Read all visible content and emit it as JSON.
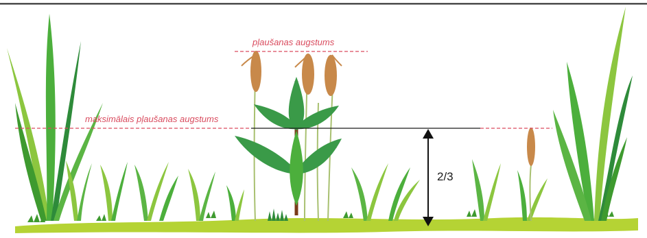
{
  "labels": {
    "mowing_height": "pļaušanas augstums",
    "max_mowing_height": "maksimālais pļaušanas augstums",
    "ratio": "2/3"
  },
  "colors": {
    "red_line": "#d94b5e",
    "grass_dark": "#2e8b3a",
    "grass_mid": "#4caf3c",
    "grass_light": "#8cc63f",
    "ground": "#b5d334",
    "spruce": "#3a9a48",
    "trunk": "#7a3b1a",
    "grain": "#c8894a"
  }
}
